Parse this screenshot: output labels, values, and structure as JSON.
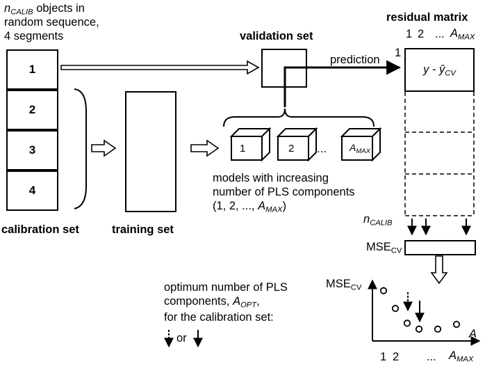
{
  "calib_intro": {
    "n": "n",
    "sub": "CALIB",
    "rest": " objects in",
    "line2": "random sequence,",
    "line3": "4 segments"
  },
  "segments": [
    "1",
    "2",
    "3",
    "4"
  ],
  "calibration_label": "calibration set",
  "training_label": "training set",
  "validation_label": "validation set",
  "prediction_label": "prediction",
  "residual": {
    "title": "residual matrix",
    "cols": {
      "c1": "1",
      "c2": "2",
      "dots": "...",
      "amax": "A",
      "amax_sub": "MAX"
    },
    "row1": "1",
    "cell_y": "y",
    "cell_minus": " - ",
    "cell_yhat": "ŷ",
    "cell_sub": "CV"
  },
  "models": {
    "labels": [
      "1",
      "2"
    ],
    "dots": "...",
    "last": "A",
    "last_sub": "MAX",
    "desc_line1": "models with increasing",
    "desc_line2": "number of PLS components",
    "desc_line3_pre": "(1, 2, ..., ",
    "desc_line3_a": "A",
    "desc_line3_sub": "MAX",
    "desc_line3_post": ")"
  },
  "ncalib": {
    "n": "n",
    "sub": "CALIB"
  },
  "mse_box": {
    "base": "MSE",
    "sub": "CV"
  },
  "plot": {
    "ylabel_base": "MSE",
    "ylabel_sub": "CV",
    "xlabel": "A",
    "ticks": {
      "t1": "1",
      "t2": "2",
      "dots": "...",
      "amax": "A",
      "amax_sub": "MAX"
    }
  },
  "optimum": {
    "line1": "optimum number of PLS",
    "line2_pre": "components, ",
    "line2_a": "A",
    "line2_sub": "OPT",
    "line2_post": ",",
    "line3": "for the calibration set:",
    "or": "or"
  },
  "chart_data": {
    "type": "scatter",
    "xlabel": "A",
    "ylabel": "MSE CV",
    "x": [
      1,
      2,
      3,
      4,
      5,
      6
    ],
    "y": [
      0.85,
      0.55,
      0.3,
      0.2,
      0.2,
      0.28
    ]
  }
}
